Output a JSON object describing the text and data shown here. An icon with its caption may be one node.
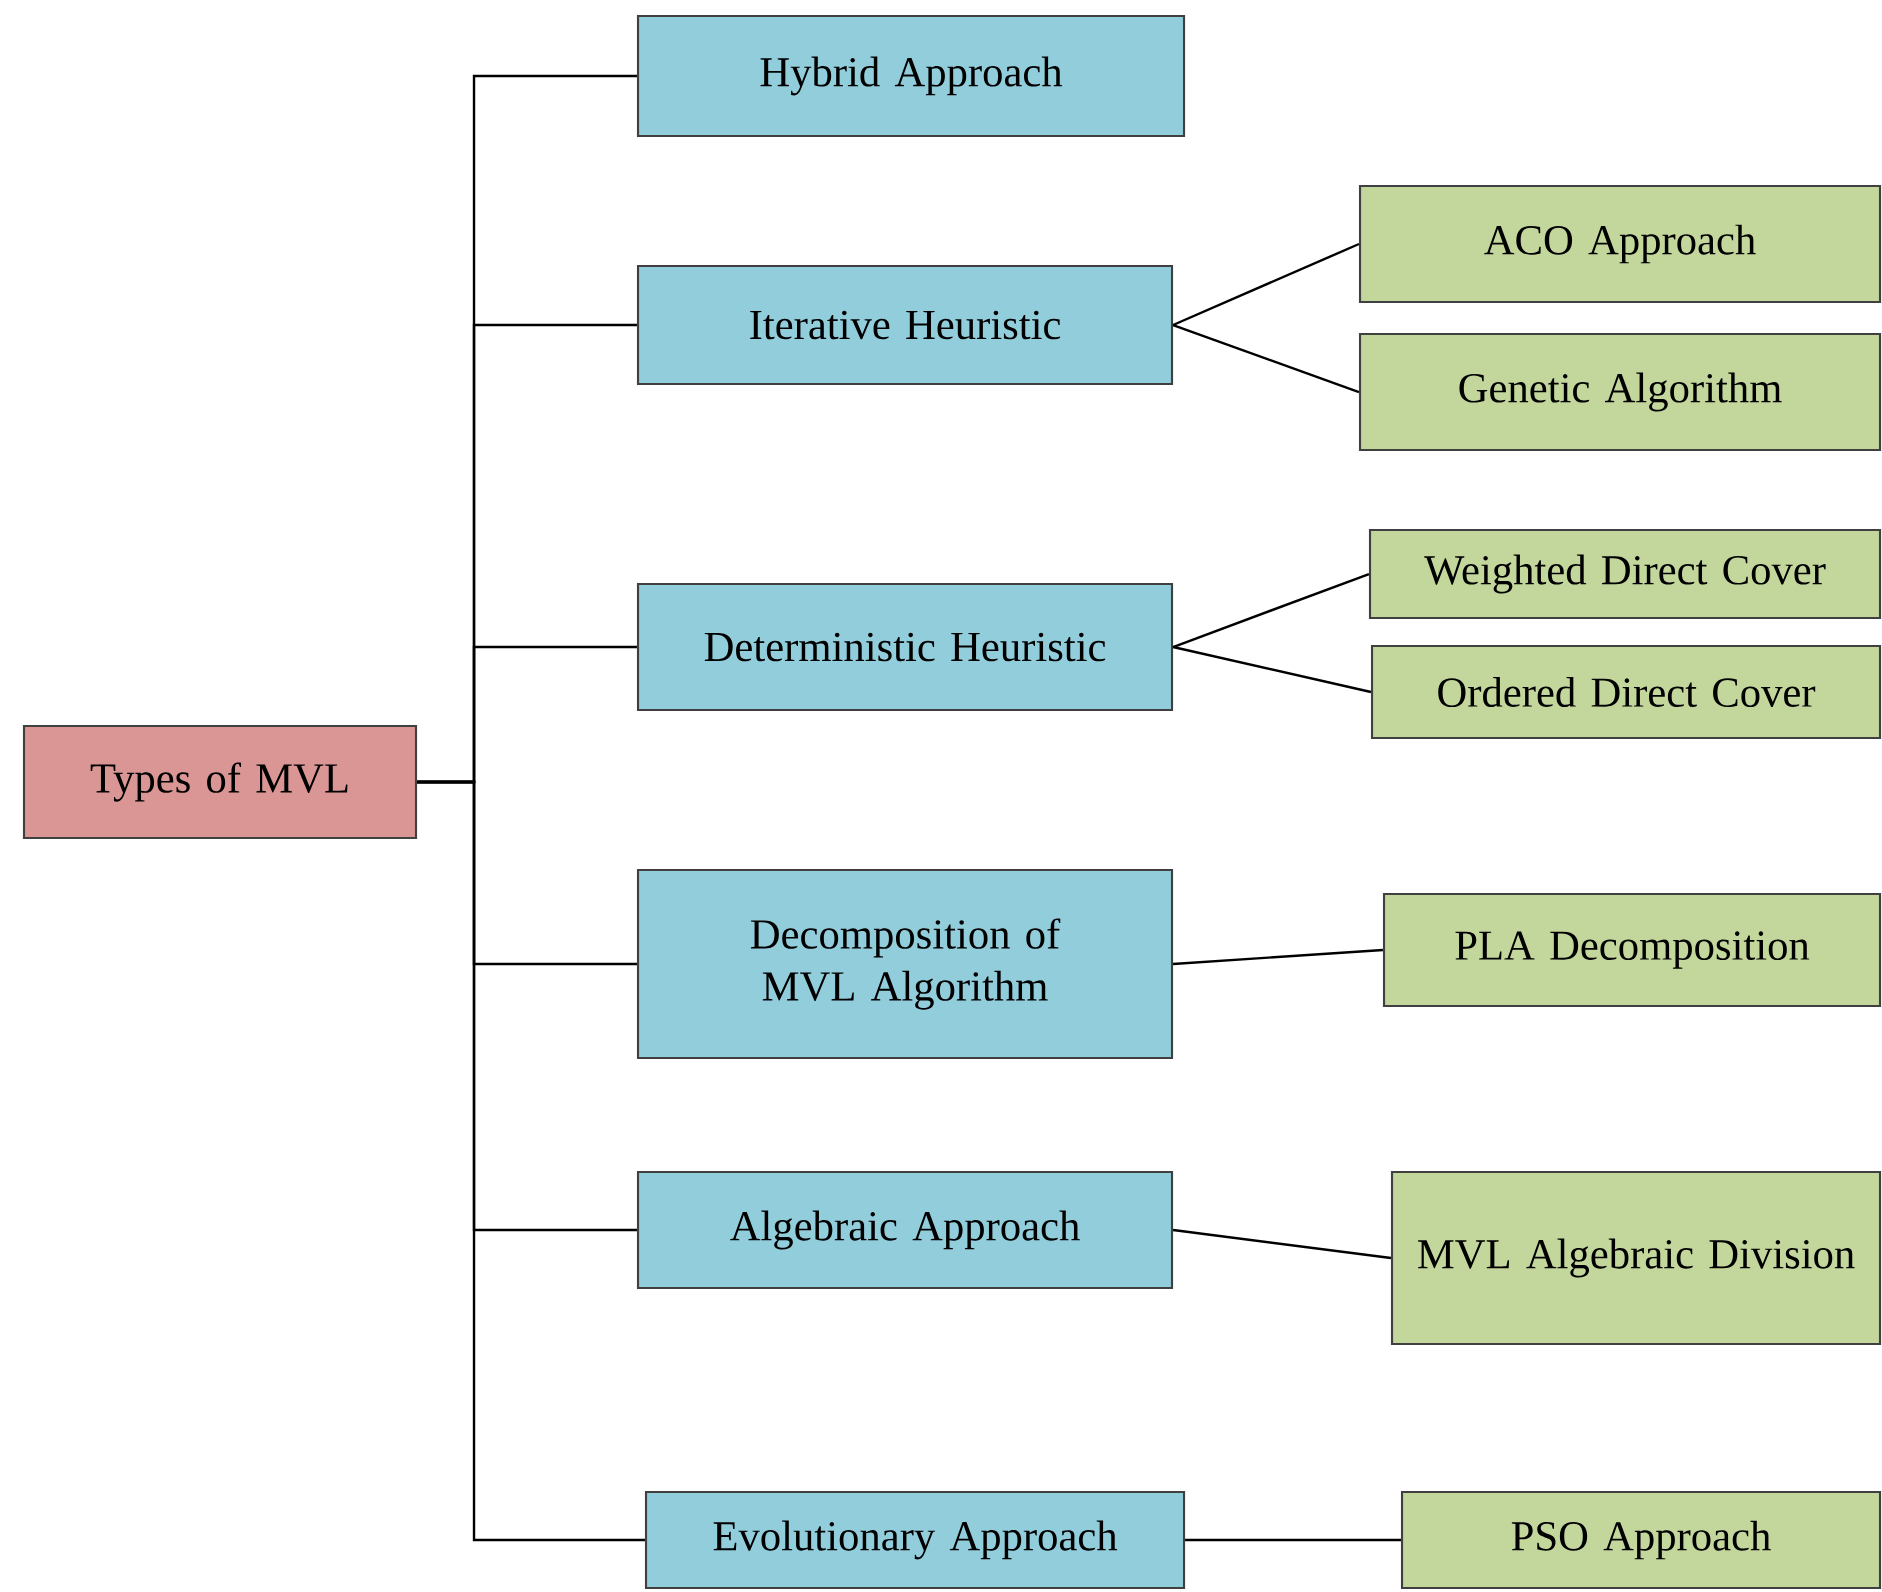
{
  "diagram": {
    "nodes": [
      {
        "text": [
          "Types of MVL"
        ]
      },
      {
        "text": [
          "Hybrid Approach"
        ]
      },
      {
        "text": [
          "Iterative Heuristic"
        ]
      },
      {
        "text": [
          "ACO Approach"
        ]
      },
      {
        "text": [
          "Genetic Algorithm"
        ]
      },
      {
        "text": [
          "Deterministic Heuristic"
        ]
      },
      {
        "text": [
          "Weighted Direct Cover"
        ]
      },
      {
        "text": [
          "Ordered Direct Cover"
        ]
      },
      {
        "text": [
          "Decomposition of MVL Algorithm"
        ]
      },
      {
        "text": [
          "PLA Decomposition"
        ]
      },
      {
        "text": [
          "Algebraic Approach"
        ]
      },
      {
        "text": [
          "MVL Algebraic Division"
        ]
      },
      {
        "text": [
          "Evolutionary Approach"
        ]
      },
      {
        "text": [
          "PSO Approach"
        ]
      }
    ],
    "edges": [
      {
        "from": 0,
        "to": 1,
        "arrow": "none"
      },
      {
        "from": 0,
        "to": 2,
        "arrow": "none"
      },
      {
        "from": 0,
        "to": 5,
        "arrow": "none"
      },
      {
        "from": 0,
        "to": 8,
        "arrow": "none"
      },
      {
        "from": 0,
        "to": 10,
        "arrow": "none"
      },
      {
        "from": 0,
        "to": 12,
        "arrow": "none"
      },
      {
        "from": 2,
        "to": 3,
        "arrow": "none"
      },
      {
        "from": 2,
        "to": 4,
        "arrow": "none"
      },
      {
        "from": 5,
        "to": 6,
        "arrow": "none"
      },
      {
        "from": 5,
        "to": 7,
        "arrow": "none"
      },
      {
        "from": 8,
        "to": 9,
        "arrow": "none"
      },
      {
        "from": 10,
        "to": 11,
        "arrow": "none"
      },
      {
        "from": 12,
        "to": 13,
        "arrow": "none"
      }
    ]
  }
}
